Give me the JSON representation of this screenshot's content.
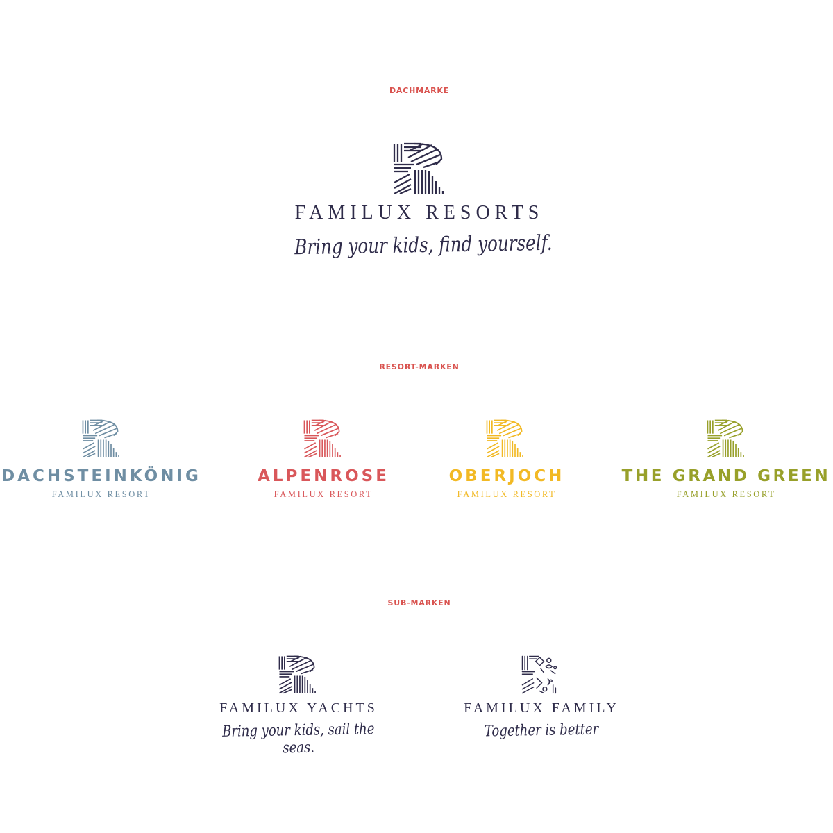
{
  "colors": {
    "label": "#d9534f",
    "navy": "#2f2c4a",
    "dachsteinkoenig": "#6f8ea3",
    "alpenrose": "#d9575a",
    "oberjoch": "#f2b924",
    "grand_green": "#98a02a"
  },
  "dachmarke": {
    "label": "DACHMARKE",
    "title": "FAMILUX RESORTS",
    "tagline": "Bring your kids, find yourself."
  },
  "resort_marken": {
    "label": "RESORT-MARKEN",
    "items": [
      {
        "name": "DACHSTEINKÖNIG",
        "sub": "FAMILUX RESORT"
      },
      {
        "name": "ALPENROSE",
        "sub": "FAMILUX RESORT"
      },
      {
        "name": "OBERJOCH",
        "sub": "FAMILUX RESORT"
      },
      {
        "name": "THE GRAND GREEN",
        "sub": "FAMILUX RESORT"
      }
    ]
  },
  "sub_marken": {
    "label": "SUB-MARKEN",
    "items": [
      {
        "name": "FAMILUX YACHTS",
        "tagline": "Bring your kids, sail the seas."
      },
      {
        "name": "FAMILUX FAMILY",
        "tagline": "Together is better"
      }
    ]
  }
}
